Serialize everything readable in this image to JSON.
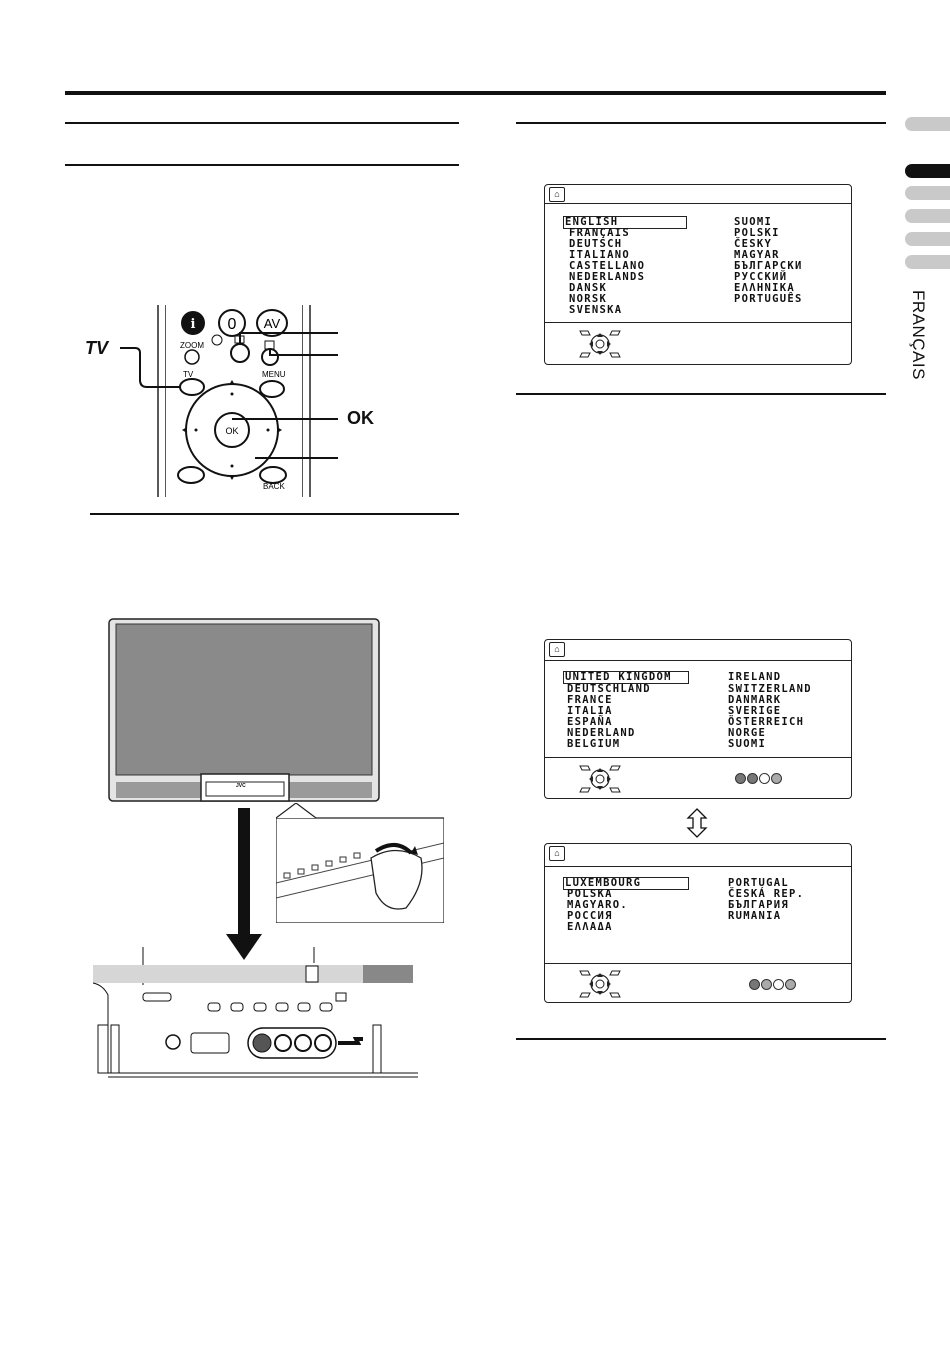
{
  "sidebar": {
    "language": "FRANÇAIS",
    "tab_count": 6,
    "active_tab": 2
  },
  "remote": {
    "tv_callout": "TV",
    "ok_callout": "OK",
    "buttons": {
      "zero": "0",
      "av": "AV",
      "info": "i",
      "zoom": "ZOOM",
      "tv": "TV",
      "menu": "MENU",
      "ok": "OK",
      "back": "BACK"
    }
  },
  "tv_panel": {
    "brand": "JVC"
  },
  "osd_language": {
    "left": [
      "ENGLISH",
      "FRANÇAIS",
      "DEUTSCH",
      "ITALIANO",
      "CASTELLANO",
      "NEDERLANDS",
      "DANSK",
      "NORSK",
      "SVENSKA"
    ],
    "right": [
      "SUOMI",
      "POLSKI",
      "ČESKY",
      "MAGYAR",
      "БЪЛГАРСКИ",
      "РУССКИЙ",
      "ΕΛΛΗΝΙΚΑ",
      "PORTUGUÊS"
    ]
  },
  "osd_country1": {
    "left": [
      "UNITED KINGDOM",
      "DEUTSCHLAND",
      "FRANCE",
      "ITALIA",
      "ESPAÑA",
      "NEDERLAND",
      "BELGIUM"
    ],
    "right": [
      "IRELAND",
      "SWITZERLAND",
      "DANMARK",
      "SVERIGE",
      "ÖSTERREICH",
      "NORGE",
      "SUOMI"
    ]
  },
  "osd_country2": {
    "left": [
      "LUXEMBOURG",
      "POLSKA",
      "MAGYARO.",
      "РОССИЯ",
      "ΕΛΛΑΔΑ"
    ],
    "right": [
      "PORTUGAL",
      "ČESKÁ REP.",
      "БЪЛГАРИЯ",
      "RUMANIA"
    ]
  },
  "colors": {
    "tab_gray": "#c9c9c9",
    "screen_gray": "#8a8a8a",
    "bezel_gray": "#d6d6d6"
  }
}
